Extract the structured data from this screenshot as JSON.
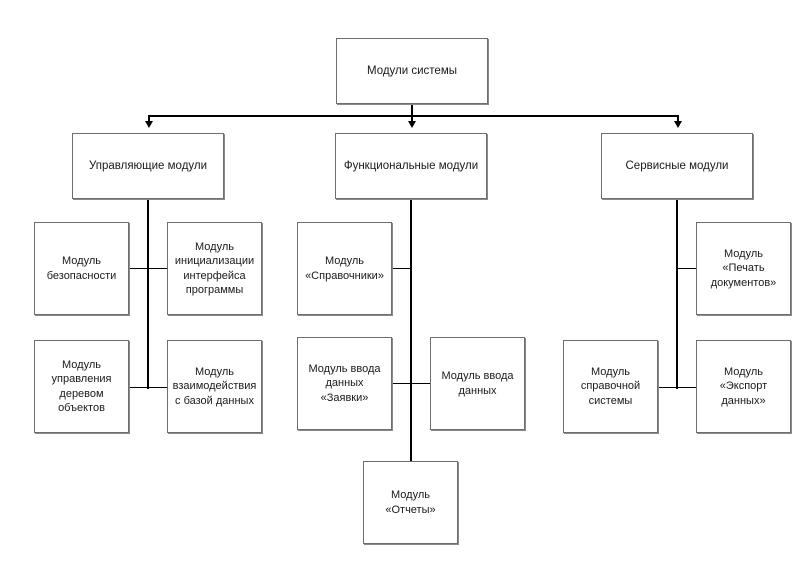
{
  "diagram": {
    "title": "Модули системы",
    "type": "hierarchy-tree",
    "root": {
      "id": "root",
      "label": "Модули системы"
    },
    "branches": [
      {
        "id": "control",
        "label": "Управляющие модули",
        "children": [
          {
            "id": "security",
            "label": "Модуль\nбезопасности"
          },
          {
            "id": "ui-init",
            "label": "Модуль\nинициализации\nинтерфейса\nпрограммы"
          },
          {
            "id": "object-tree",
            "label": "Модуль\nуправления\nдеревом\nобъектов"
          },
          {
            "id": "db-interaction",
            "label": "Модуль\nвзаимодействия\nс базой данных"
          }
        ]
      },
      {
        "id": "functional",
        "label": "Функциональные модули",
        "children": [
          {
            "id": "reference-books",
            "label": "Модуль\n«Справочники»"
          },
          {
            "id": "input-requests",
            "label": "Модуль ввода\nданных\n«Заявки»"
          },
          {
            "id": "input-data",
            "label": "Модуль ввода\nданных"
          },
          {
            "id": "reports",
            "label": "Модуль\n«Отчеты»"
          }
        ]
      },
      {
        "id": "service",
        "label": "Сервисные модули",
        "children": [
          {
            "id": "print-documents",
            "label": "Модуль\n«Печать\nдокументов»"
          },
          {
            "id": "help-system",
            "label": "Модуль\nсправочной\nсистемы"
          },
          {
            "id": "export-data",
            "label": "Модуль\n«Экспорт\nданных»"
          }
        ]
      }
    ],
    "colors": {
      "background": "#ffffff",
      "box_border": "#6e6e6e",
      "box_shadow": "#8a8a8a",
      "connector": "#000000",
      "text": "#1a1a1a"
    }
  }
}
